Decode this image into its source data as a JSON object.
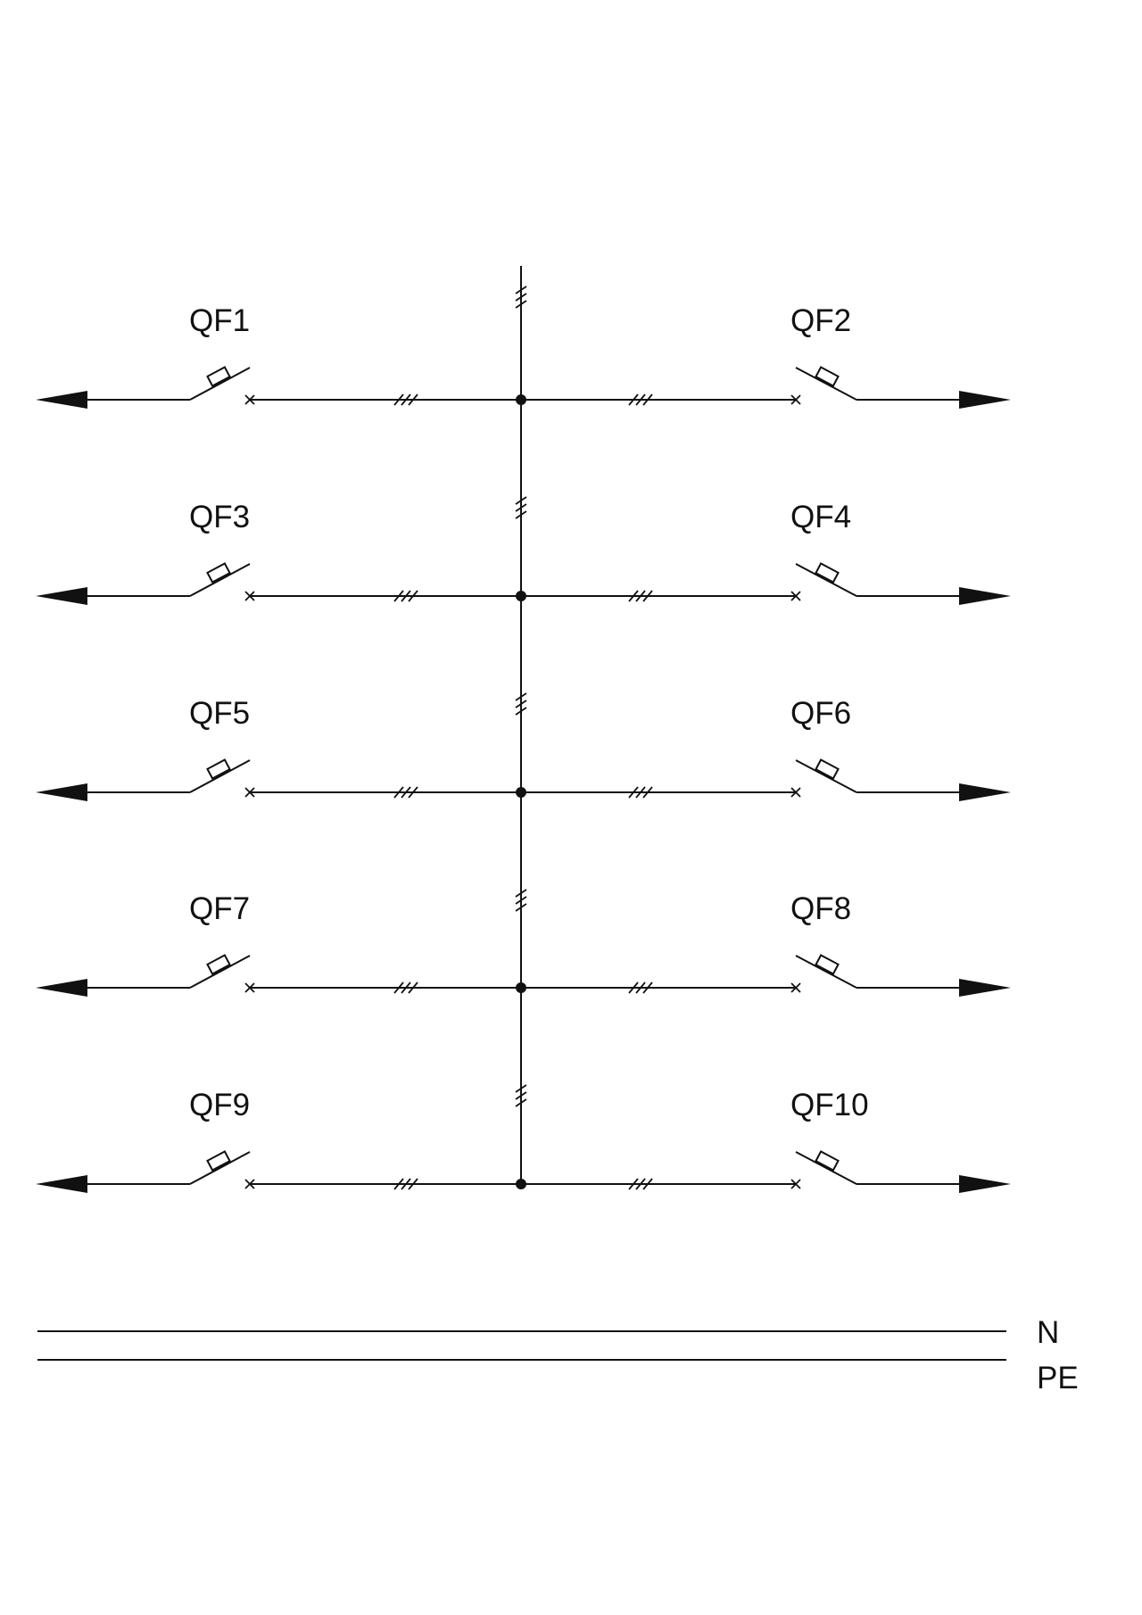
{
  "diagram": {
    "breakers_left": [
      "QF1",
      "QF3",
      "QF5",
      "QF7",
      "QF9"
    ],
    "breakers_right": [
      "QF2",
      "QF4",
      "QF6",
      "QF8",
      "QF10"
    ],
    "lines": {
      "neutral": "N",
      "protective_earth": "PE"
    },
    "colors": {
      "ink": "#111111",
      "background": "#ffffff"
    }
  }
}
